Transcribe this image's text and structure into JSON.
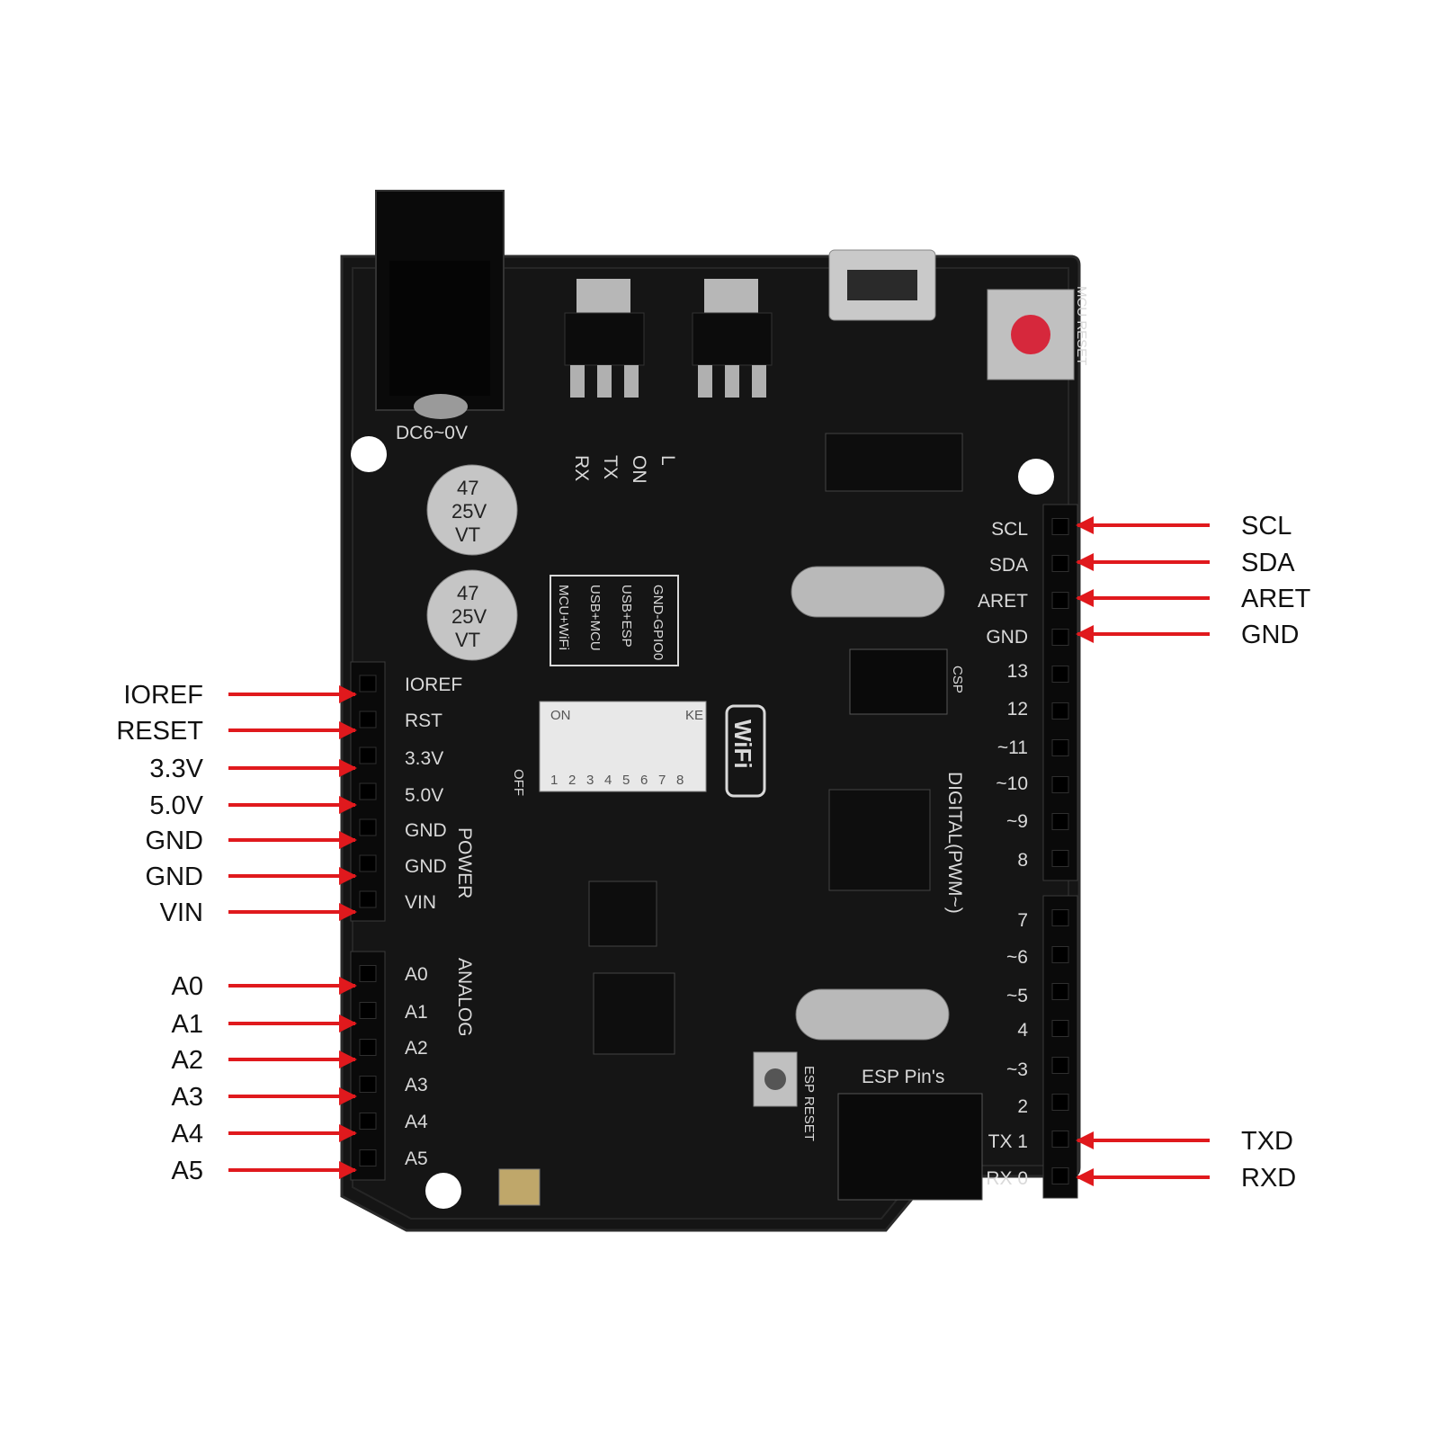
{
  "colors": {
    "board": "#141414",
    "arrow": "#e0191d",
    "label": "#111111",
    "silkscreen": "#d9d9d9",
    "reset_button": "#d6283c"
  },
  "left_pins": {
    "power": [
      "IOREF",
      "RESET",
      "3.3V",
      "5.0V",
      "GND",
      "GND",
      "VIN"
    ],
    "analog": [
      "A0",
      "A1",
      "A2",
      "A3",
      "A4",
      "A5"
    ]
  },
  "right_pins": {
    "top": [
      "SCL",
      "SDA",
      "ARET",
      "GND"
    ],
    "bottom": [
      "TXD",
      "RXD"
    ]
  },
  "board": {
    "silk_power": [
      "IOREF",
      "RST",
      "3.3V",
      "5.0V",
      "GND",
      "GND",
      "VIN"
    ],
    "silk_analog": [
      "A0",
      "A1",
      "A2",
      "A3",
      "A4",
      "A5"
    ],
    "silk_right_top": [
      "SCL",
      "SDA",
      "ARET",
      "GND"
    ],
    "silk_digital": [
      "13",
      "12",
      "~11",
      "~10",
      "~9",
      "8",
      "7",
      "~6",
      "~5",
      "4",
      "~3",
      "2",
      "TX 1",
      "RX 0"
    ],
    "power_header_label": "POWER",
    "analog_header_label": "ANALOG",
    "digital_header_label": "DIGITAL(PWM~)",
    "dc_jack_label": "DC6~0V",
    "mcu_reset_label": "MCU RESET",
    "esp_reset_label": "ESP RESET",
    "esp_pins_label": "ESP Pin's",
    "wifi_logo": "WiFi",
    "dip_on_label": "ON",
    "dip_off_label": "OFF",
    "dip_ke_label": "KE",
    "dip_numbers": [
      "1",
      "2",
      "3",
      "4",
      "5",
      "6",
      "7",
      "8"
    ],
    "led_labels": [
      "RX",
      "TX",
      "ON",
      "L"
    ],
    "mode_labels": [
      "MCU+WiFi",
      "USB+MCU",
      "USB+ESP",
      "GND-GPIO0"
    ],
    "capacitors": [
      {
        "lines": [
          "47",
          "25V",
          "VT"
        ]
      },
      {
        "lines": [
          "47",
          "25V",
          "VT"
        ]
      }
    ],
    "csp_label": "CSP"
  }
}
